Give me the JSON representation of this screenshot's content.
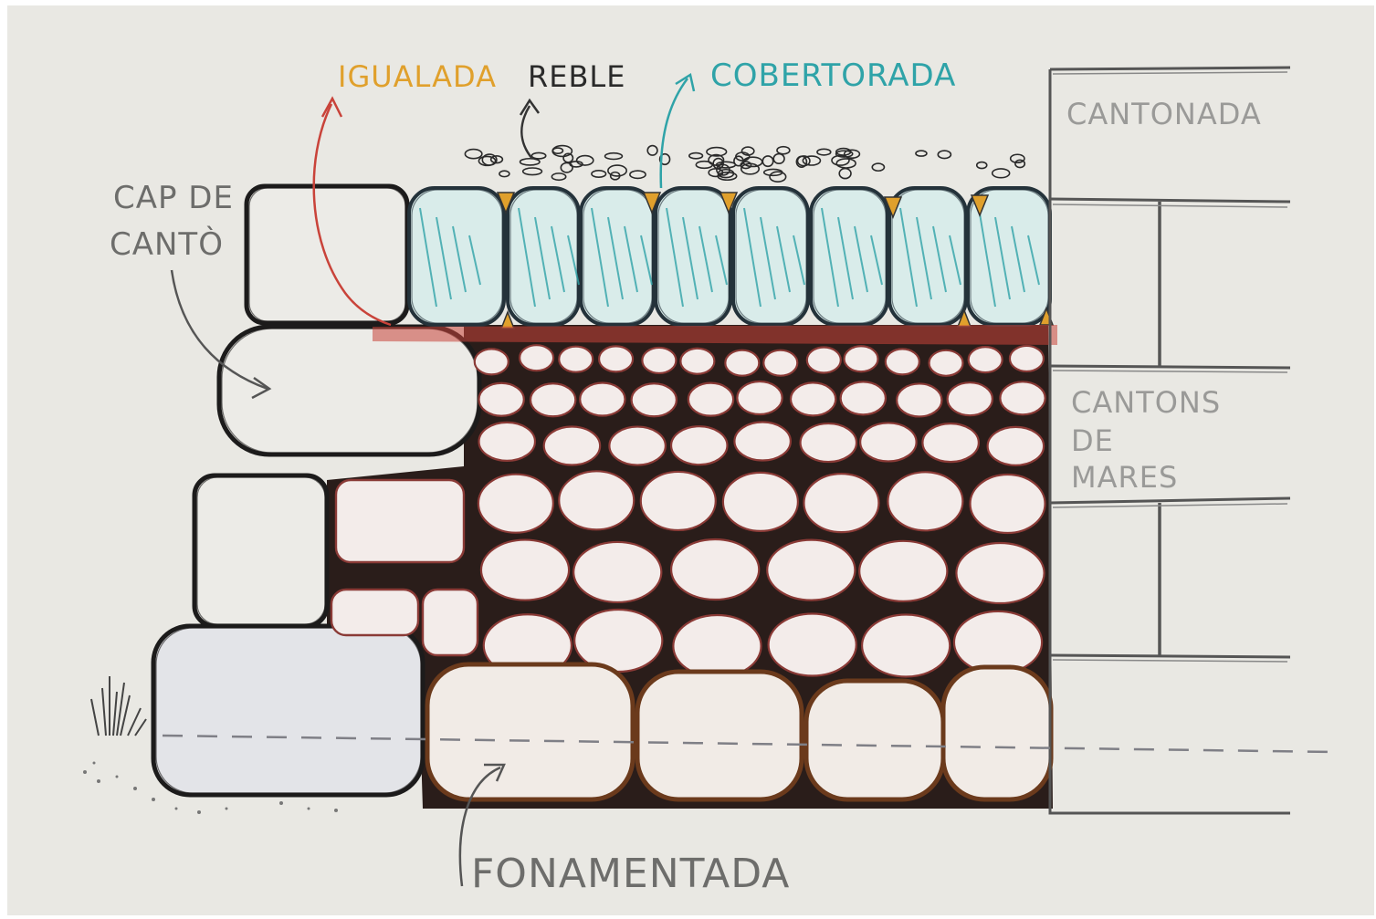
{
  "labels": {
    "igualada": "IGUALADA",
    "reble": "REBLE",
    "cobertorada": "COBERTORADA",
    "cap_de_canto_line1": "CAP DE",
    "cap_de_canto_line2": "CANTÒ",
    "cantonada": "CANTONADA",
    "cantons_line1": "CANTONS",
    "cantons_line2": "DE",
    "cantons_line3": "MARES",
    "fonamentada": "FONAMENTADA"
  },
  "colors": {
    "paper": "#e9e8e3",
    "ink": "#1c1b1b",
    "igualada": "#e0a02c",
    "reble": "#2a2a2a",
    "cobertorada": "#2fa3a8",
    "fill_stones": "#c9433a",
    "foundation": "#6b3a1c",
    "gray_text": "#6d6d6b"
  }
}
